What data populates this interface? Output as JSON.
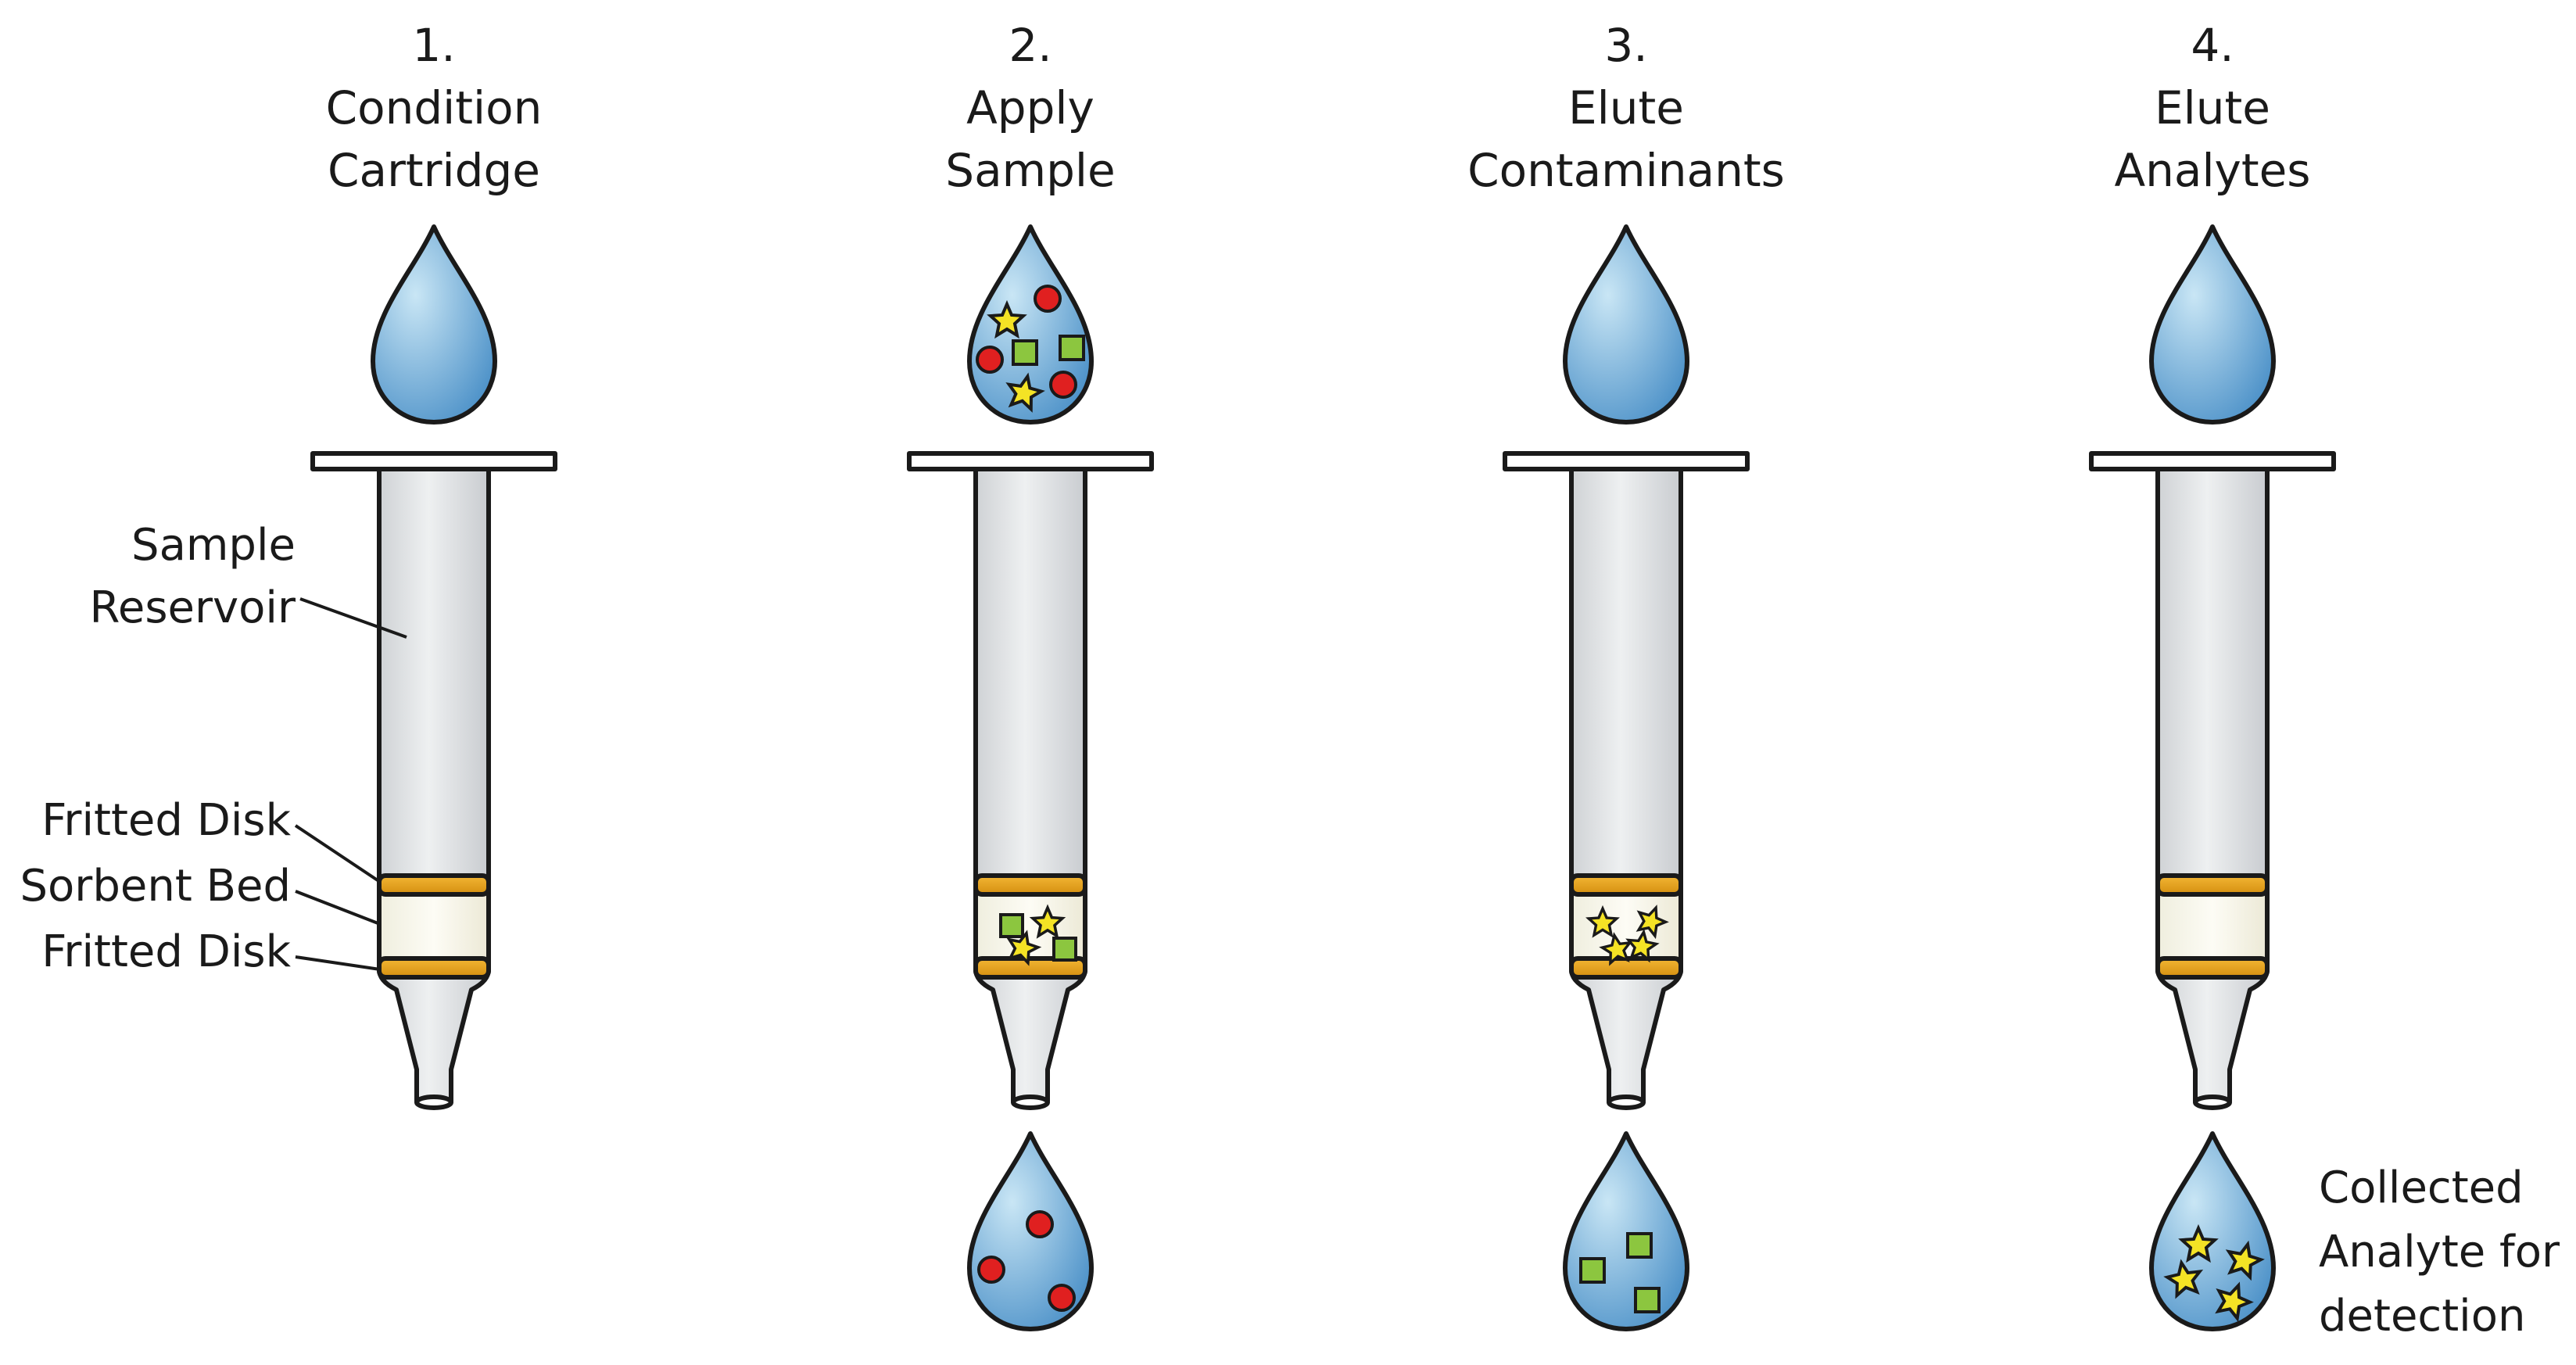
{
  "steps": [
    {
      "number": "1.",
      "line1": "Condition",
      "line2": "Cartridge"
    },
    {
      "number": "2.",
      "line1": "Apply",
      "line2": "Sample"
    },
    {
      "number": "3.",
      "line1": "Elute",
      "line2": "Contaminants"
    },
    {
      "number": "4.",
      "line1": "Elute",
      "line2": "Analytes"
    }
  ],
  "labels": {
    "reservoir_line1": "Sample",
    "reservoir_line2": "Reservoir",
    "fritted_disk_top": "Fritted Disk",
    "sorbent_bed": "Sorbent Bed",
    "fritted_disk_bottom": "Fritted Disk",
    "collected_line1": "Collected",
    "collected_line2": "Analyte for",
    "collected_line3": "detection"
  },
  "colors": {
    "droplet_light": "#c9e6f5",
    "droplet_dark": "#4f93c9",
    "tube_fill": "#e4e6e8",
    "disk_orange": "#e7a21a",
    "sorbent_fill": "#f8f6ea",
    "analyte_star": "#f4e325",
    "contaminant_square": "#8cc63f",
    "contaminant_circle": "#e02020"
  },
  "icons": {
    "analyte": "star-icon",
    "weak_contaminant": "square-icon",
    "strong_contaminant": "circle-icon"
  }
}
